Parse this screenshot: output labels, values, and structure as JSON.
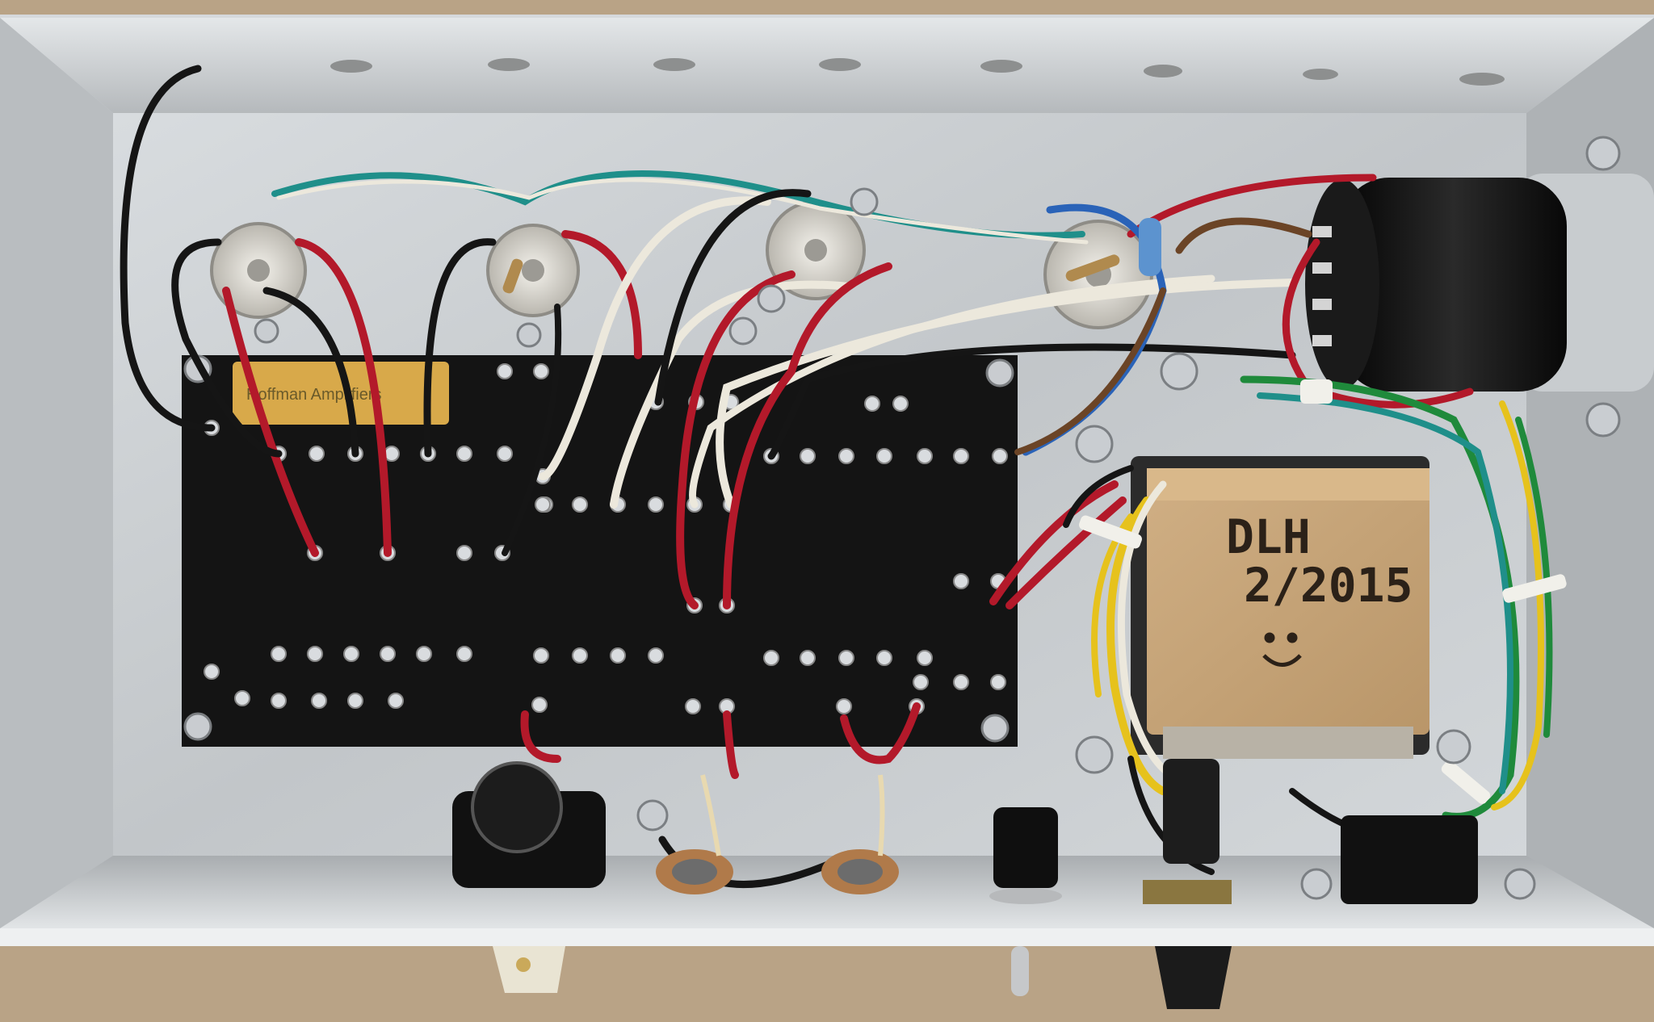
{
  "photo": {
    "board_label": "Hoffman Amplifiers",
    "transformer_note_line1": "DLH",
    "transformer_note_line2": "2/2015",
    "colors": {
      "background_cardboard": "#b9a386",
      "chassis_aluminum": "#c9cdd0",
      "turret_board": "#151515",
      "wire_red": "#b3192a",
      "wire_black": "#151515",
      "wire_white": "#ece8dc",
      "wire_teal": "#1f8f8a",
      "wire_green": "#1f8a3b",
      "wire_yellow": "#e6c21c",
      "wire_blue": "#2a63b8",
      "wire_brown": "#6b4426",
      "capacitor_can": "#151515",
      "transformer_paper": "#c9a57a"
    }
  }
}
